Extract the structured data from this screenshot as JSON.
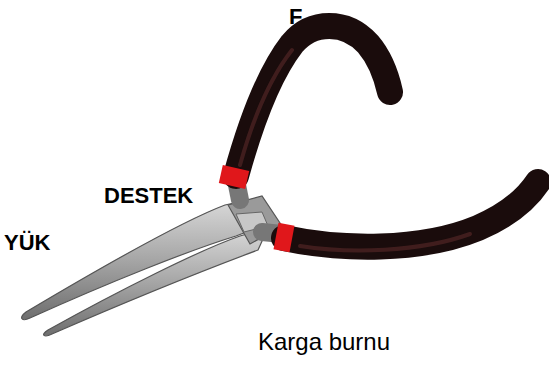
{
  "diagram": {
    "caption": "Karga burnu",
    "labels": [
      "F",
      "DESTEK",
      "YÜK"
    ]
  }
}
